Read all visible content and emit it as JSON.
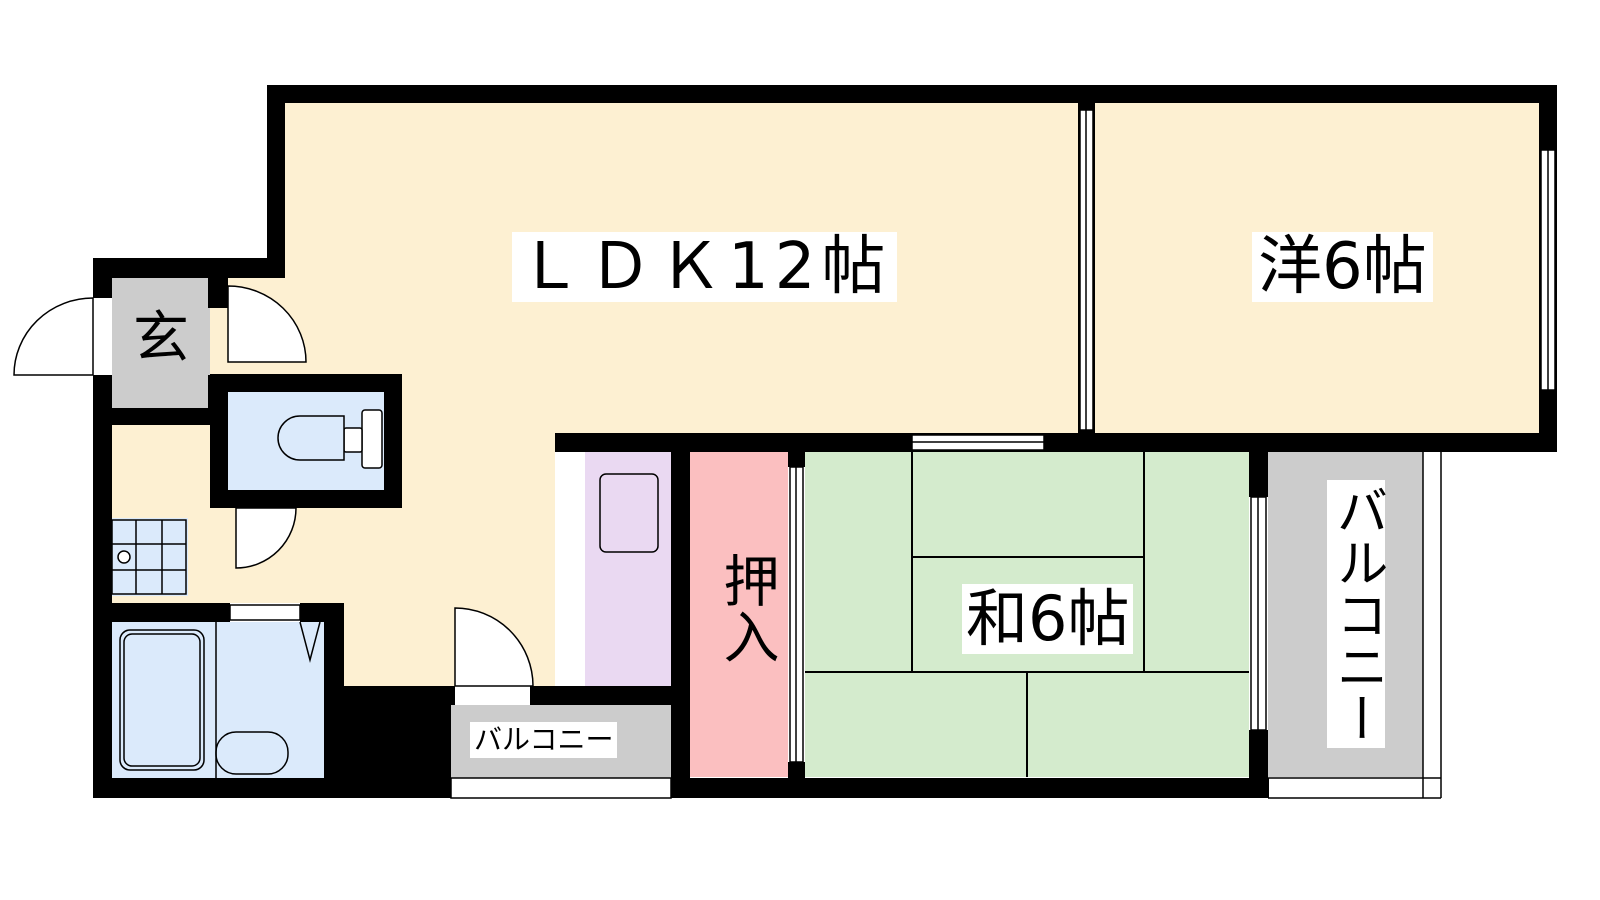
{
  "rooms": {
    "ldk": "ＬＤＫ12帖",
    "western": "洋6帖",
    "japanese": "和6帖",
    "entrance": "玄",
    "closet": "押入"
  },
  "balconies": {
    "small": "バルコニー",
    "right": "バルコニー"
  },
  "colors": {
    "wall": "#000000",
    "ldk_floor": "#fdf0d2",
    "western_floor": "#fdf0d2",
    "japanese_floor": "#d4ebcd",
    "entrance_floor": "#cccccc",
    "wet_area": "#dbeafb",
    "closet": "#fbbfc0",
    "kitchen_counter": "#ead9f2",
    "balcony": "#cccccc"
  }
}
